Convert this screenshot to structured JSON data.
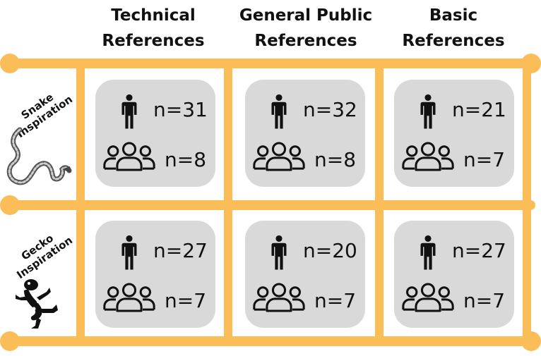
{
  "columns": [
    {
      "line1": "Technical",
      "line2": "References"
    },
    {
      "line1": "General Public",
      "line2": "References"
    },
    {
      "line1": "Basic",
      "line2": "References"
    }
  ],
  "rows": [
    {
      "line1": "Snake",
      "line2": "Inspiration",
      "icon": "snake-icon",
      "cells": [
        {
          "individual": "n=31",
          "group": "n=8"
        },
        {
          "individual": "n=32",
          "group": "n=8"
        },
        {
          "individual": "n=21",
          "group": "n=7"
        }
      ]
    },
    {
      "line1": "Gecko",
      "line2": "Inspiration",
      "icon": "gecko-icon",
      "cells": [
        {
          "individual": "n=27",
          "group": "n=7"
        },
        {
          "individual": "n=20",
          "group": "n=7"
        },
        {
          "individual": "n=27",
          "group": "n=7"
        }
      ]
    }
  ],
  "colors": {
    "grid": "#fbbd58",
    "cell": "#d9d9d9",
    "text": "#111111"
  },
  "icons": {
    "individual": "person-icon",
    "group": "group-icon"
  }
}
